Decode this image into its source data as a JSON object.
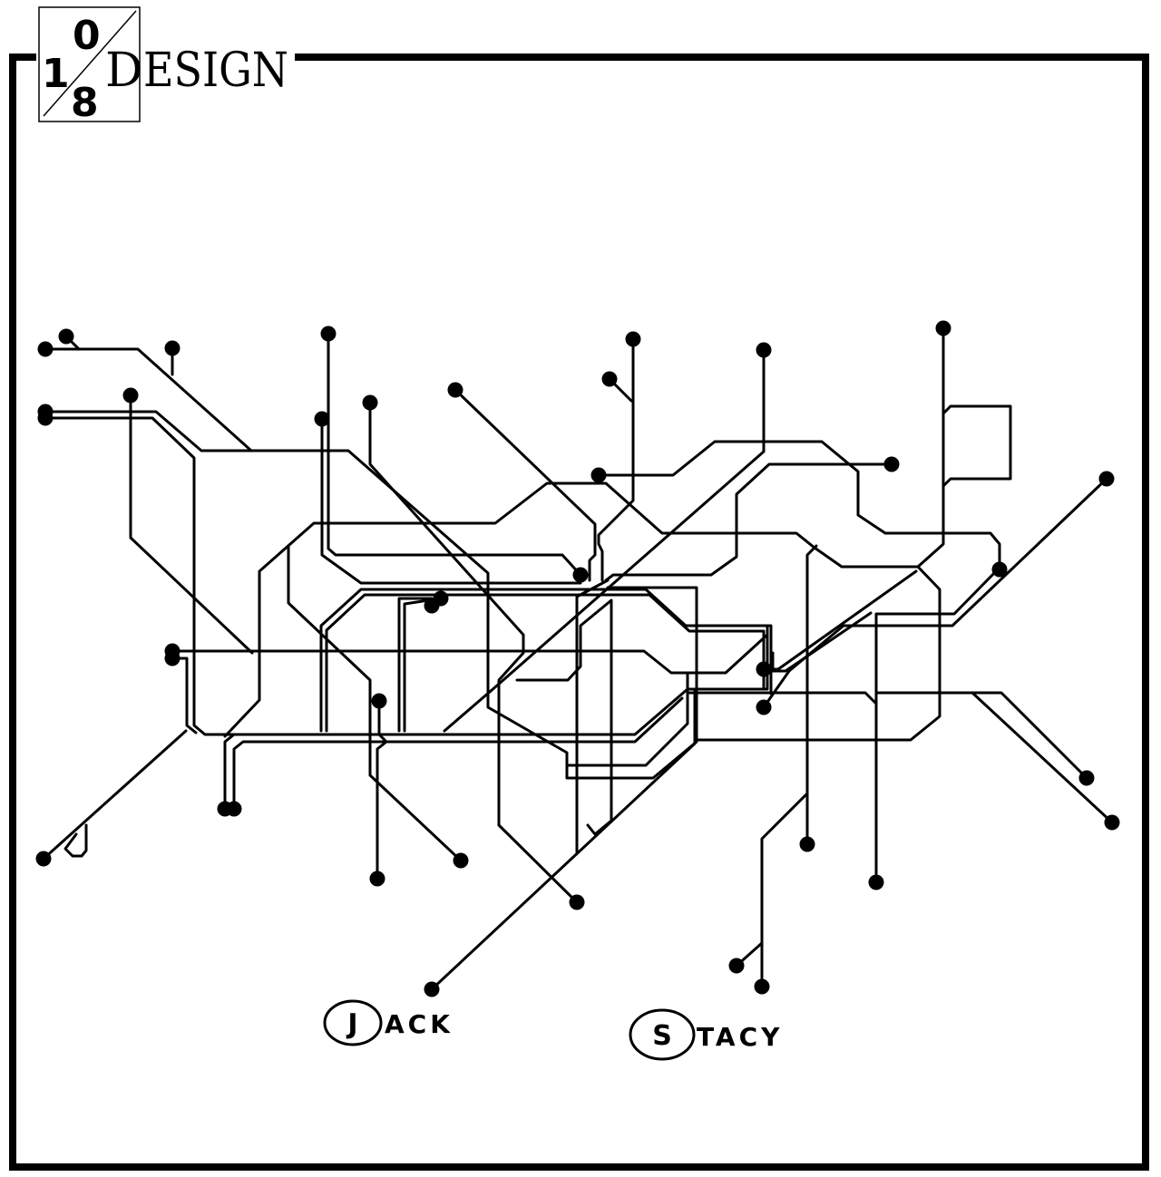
{
  "brand": {
    "numerator": "0",
    "whole": "1",
    "denominator": "8",
    "big_letter": "D",
    "rest_of_word": "ESIGN"
  },
  "names": [
    {
      "initial": "J",
      "rest": "ACK"
    },
    {
      "initial": "S",
      "rest": "TACY"
    }
  ],
  "colors": {
    "ink": "#000000",
    "paper": "#ffffff"
  }
}
